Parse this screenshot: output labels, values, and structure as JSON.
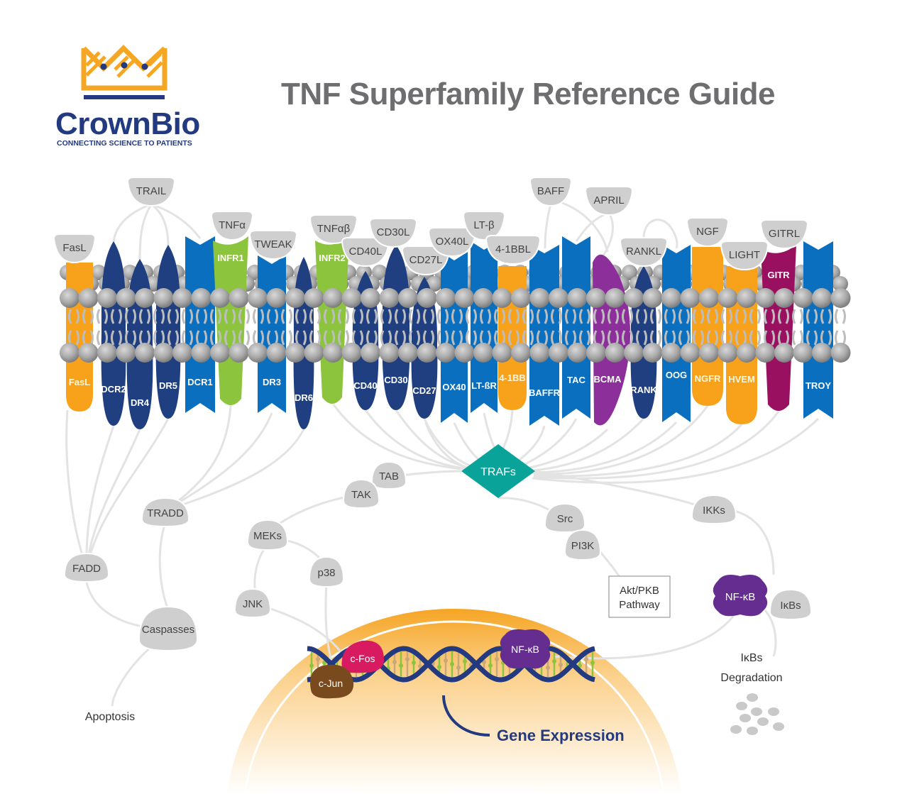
{
  "header": {
    "title": "TNF Superfamily Reference Guide",
    "logo": {
      "brand": "CrownBio",
      "tagline": "CONNECTING SCIENCE TO PATIENTS",
      "icon": "crown-dna-icon"
    }
  },
  "colors": {
    "orange": "#f8a21c",
    "navy": "#1f3f80",
    "blue": "#0a6fbf",
    "green": "#8cc43e",
    "purple": "#8d2f9b",
    "magenta": "#9a1060",
    "teal": "#0aa39a",
    "ligand_gray": "#cfcfcf",
    "nfkb_purple": "#662d91",
    "cfos_pink": "#d81b60",
    "cjun_brown": "#7a4a1f",
    "title_gray": "#6e6e70",
    "brand_navy": "#233a80"
  },
  "receptors": [
    {
      "label": "FasL",
      "color": "orange"
    },
    {
      "label": "DCR2",
      "color": "navy"
    },
    {
      "label": "DR4",
      "color": "navy"
    },
    {
      "label": "DR5",
      "color": "navy"
    },
    {
      "label": "DCR1",
      "color": "blue"
    },
    {
      "label": "INFR1",
      "color": "green"
    },
    {
      "label": "DR3",
      "color": "blue"
    },
    {
      "label": "DR6",
      "color": "navy"
    },
    {
      "label": "INFR2",
      "color": "green"
    },
    {
      "label": "CD40",
      "color": "navy"
    },
    {
      "label": "CD30",
      "color": "navy"
    },
    {
      "label": "CD27",
      "color": "navy"
    },
    {
      "label": "OX40",
      "color": "blue"
    },
    {
      "label": "LT-ßR",
      "color": "blue"
    },
    {
      "label": "4-1BB",
      "color": "orange"
    },
    {
      "label": "BAFFR",
      "color": "blue"
    },
    {
      "label": "TAC",
      "color": "blue"
    },
    {
      "label": "BCMA",
      "color": "purple"
    },
    {
      "label": "RANK",
      "color": "navy"
    },
    {
      "label": "OOG",
      "color": "blue"
    },
    {
      "label": "NGFR",
      "color": "orange"
    },
    {
      "label": "HVEM",
      "color": "orange"
    },
    {
      "label": "GITR",
      "color": "magenta"
    },
    {
      "label": "TROY",
      "color": "blue"
    }
  ],
  "receptor_upper_labels": [
    "INFR1",
    "INFR2",
    "GITR"
  ],
  "ligands": [
    "FasL",
    "TRAIL",
    "TNFα",
    "TWEAK",
    "TNFαβ",
    "CD40L",
    "CD30L",
    "CD27L",
    "OX40L",
    "LT-β",
    "4-1BBL",
    "BAFF",
    "APRIL",
    "RANKL",
    "NGF",
    "LIGHT",
    "GITRL"
  ],
  "hub": {
    "label": "TRAFs"
  },
  "nodes": {
    "tab": "TAB",
    "tak": "TAK",
    "meks": "MEKs",
    "p38": "p38",
    "jnk": "JNK",
    "tradd": "TRADD",
    "fadd": "FADD",
    "caspases": "Caspasses",
    "src": "Src",
    "pi3k": "PI3K",
    "ikks": "IKKs",
    "ikbs": "IκBs",
    "nfkb": "NF-κB",
    "nfkb_dna": "NF-κB",
    "cfos": "c-Fos",
    "cjun": "c-Jun"
  },
  "outputs": {
    "apoptosis": "Apoptosis",
    "akt_line1": "Akt/PKB",
    "akt_line2": "Pathway",
    "ikbs_deg_line1": "IκBs",
    "ikbs_deg_line2": "Degradation",
    "gene_expression": "Gene Expression"
  }
}
